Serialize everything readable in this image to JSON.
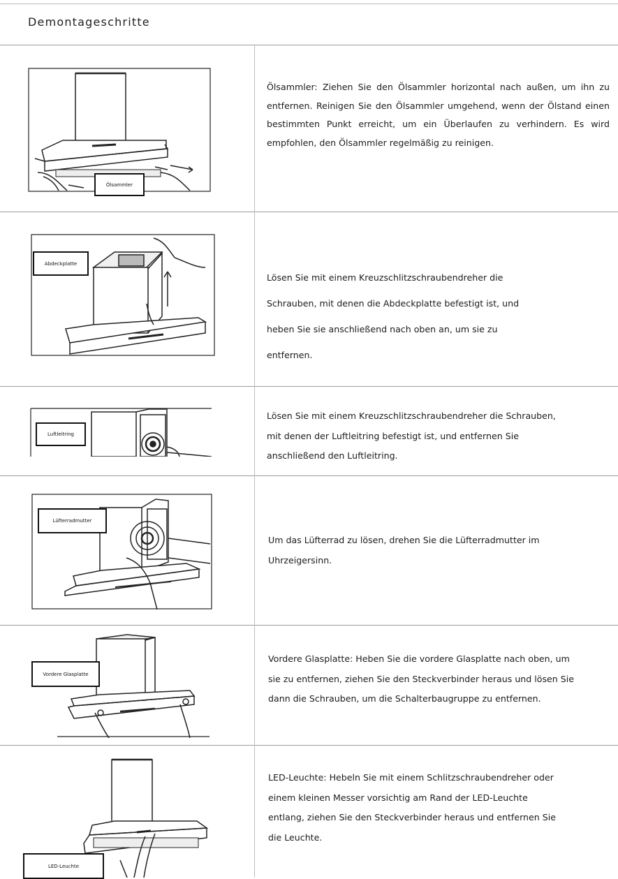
{
  "title": "Demontageschritte",
  "steps": [
    {
      "label": "Ölsammler",
      "text": "Ölsammler: Ziehen Sie den Ölsammler horizontal nach außen, um ihn zu entfernen. Reinigen Sie den Ölsammler umgehend, wenn der Ölstand einen bestimmten Punkt erreicht, um ein Überlaufen zu verhindern. Es wird empfohlen, den Ölsammler regelmäßig zu reinigen."
    },
    {
      "label": "Abdeckplatte",
      "text_lines": [
        "Lösen Sie mit einem Kreuzschlitzschraubendreher die",
        "Schrauben, mit denen die Abdeckplatte befestigt ist, und",
        "heben Sie sie anschließend nach oben an, um sie zu",
        "entfernen."
      ]
    },
    {
      "label": "Luftleitring",
      "text_lines": [
        "Lösen Sie mit einem Kreuzschlitzschraubendreher die Schrauben,",
        "mit denen der Luftleitring befestigt ist, und entfernen Sie",
        "anschließend den Luftleitring."
      ]
    },
    {
      "label": "Lüfterradmutter",
      "text_lines": [
        "Um das Lüfterrad zu lösen, drehen Sie die Lüfterradmutter im",
        "Uhrzeigersinn."
      ]
    },
    {
      "label": "Vordere Glasplatte",
      "text_lines": [
        "Vordere Glasplatte: Heben Sie die vordere Glasplatte nach oben, um",
        "sie zu entfernen, ziehen Sie den Steckverbinder heraus und lösen Sie",
        "dann die Schrauben, um die Schalterbaugruppe zu entfernen."
      ]
    },
    {
      "label": "LED-Leuchte",
      "text_lines": [
        "LED-Leuchte: Hebeln Sie mit einem Schlitzschraubendreher oder",
        "einem kleinen Messer vorsichtig am Rand der LED-Leuchte",
        "entlang, ziehen Sie den Steckverbinder heraus und entfernen Sie",
        "die Leuchte."
      ]
    }
  ]
}
